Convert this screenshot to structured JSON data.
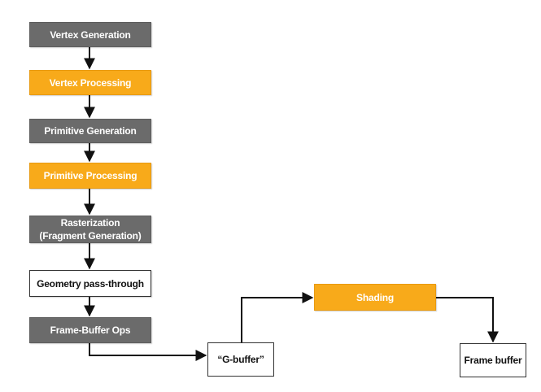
{
  "stages": {
    "vertex_generation": "Vertex Generation",
    "vertex_processing": "Vertex Processing",
    "primitive_generation": "Primitive Generation",
    "primitive_processing": "Primitive Processing",
    "rasterization_line1": "Rasterization",
    "rasterization_line2": "(Fragment Generation)",
    "geometry_pass_through": "Geometry pass-through",
    "frame_buffer_ops": "Frame-Buffer Ops",
    "g_buffer": "“G-buffer”",
    "shading": "Shading",
    "frame_buffer": "Frame buffer"
  },
  "colors": {
    "gray": "#6b6b6b",
    "orange": "#f8aa1a",
    "white": "#ffffff",
    "edge": "#111111"
  }
}
